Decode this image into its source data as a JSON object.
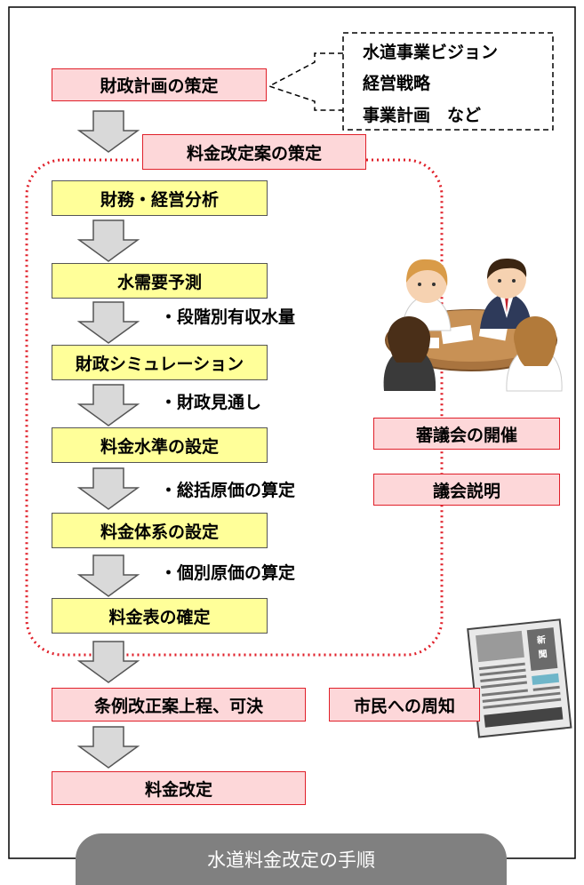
{
  "diagram": {
    "title": "水道料金改定の手順",
    "boxes": {
      "finance_plan": "財政計画の策定",
      "revision_draft": "料金改定案の策定",
      "finance_analysis": "財務・経営分析",
      "water_demand": "水需要予測",
      "finance_sim": "財政シミュレーション",
      "rate_level": "料金水準の設定",
      "rate_system": "料金体系の設定",
      "rate_table": "料金表の確定",
      "ordinance": "条例改正案上程、可決",
      "rate_revision": "料金改定",
      "council_meeting": "審議会の開催",
      "assembly_explanation": "議会説明",
      "public_notice": "市民への周知"
    },
    "callout_lines": [
      "水道事業ビジョン",
      "経営戦略",
      "事業計画　など"
    ],
    "notes": {
      "water_volume": "・段階別有収水量",
      "finance_outlook": "・財政見通し",
      "total_cost": "・総括原価の算定",
      "individual_cost": "・個別原価の算定"
    },
    "colors": {
      "pink_fill": "#fdd7d9",
      "red_border": "#e0202a",
      "yellow_fill": "#ffff99",
      "arrow_fill": "#d9d9d9",
      "footer_gray": "#808080"
    },
    "icons": [
      "meeting-illustration-icon",
      "newspaper-icon"
    ]
  }
}
